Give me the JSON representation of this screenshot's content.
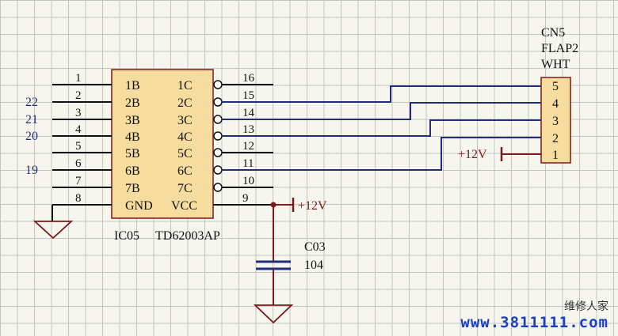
{
  "ic": {
    "ref": "IC05",
    "part": "TD62003AP",
    "inputs": [
      {
        "pin": "1",
        "name": "1B",
        "net": ""
      },
      {
        "pin": "2",
        "name": "2B",
        "net": "22"
      },
      {
        "pin": "3",
        "name": "3B",
        "net": "21"
      },
      {
        "pin": "4",
        "name": "4B",
        "net": "20"
      },
      {
        "pin": "5",
        "name": "5B",
        "net": ""
      },
      {
        "pin": "6",
        "name": "6B",
        "net": "19"
      },
      {
        "pin": "7",
        "name": "7B",
        "net": ""
      },
      {
        "pin": "8",
        "name": "GND",
        "net": ""
      }
    ],
    "outputs": [
      {
        "pin": "16",
        "name": "1C"
      },
      {
        "pin": "15",
        "name": "2C"
      },
      {
        "pin": "14",
        "name": "3C"
      },
      {
        "pin": "13",
        "name": "4C"
      },
      {
        "pin": "12",
        "name": "5C"
      },
      {
        "pin": "11",
        "name": "6C"
      },
      {
        "pin": "10",
        "name": "7C"
      },
      {
        "pin": "9",
        "name": "VCC"
      }
    ]
  },
  "connector": {
    "ref": "CN5",
    "type": "FLAP2",
    "color": "WHT",
    "pins": [
      "5",
      "4",
      "3",
      "2",
      "1"
    ]
  },
  "power_label": "+12V",
  "capacitor": {
    "ref": "C03",
    "value": "104"
  },
  "watermark": {
    "brand": "维修人家",
    "url": "www.3811111.com"
  },
  "colors": {
    "wire_blue": "#1f2d7a",
    "wire_dark": "#111111",
    "power_red": "#7a1a1a",
    "component_fill": "#f7dc9f"
  }
}
